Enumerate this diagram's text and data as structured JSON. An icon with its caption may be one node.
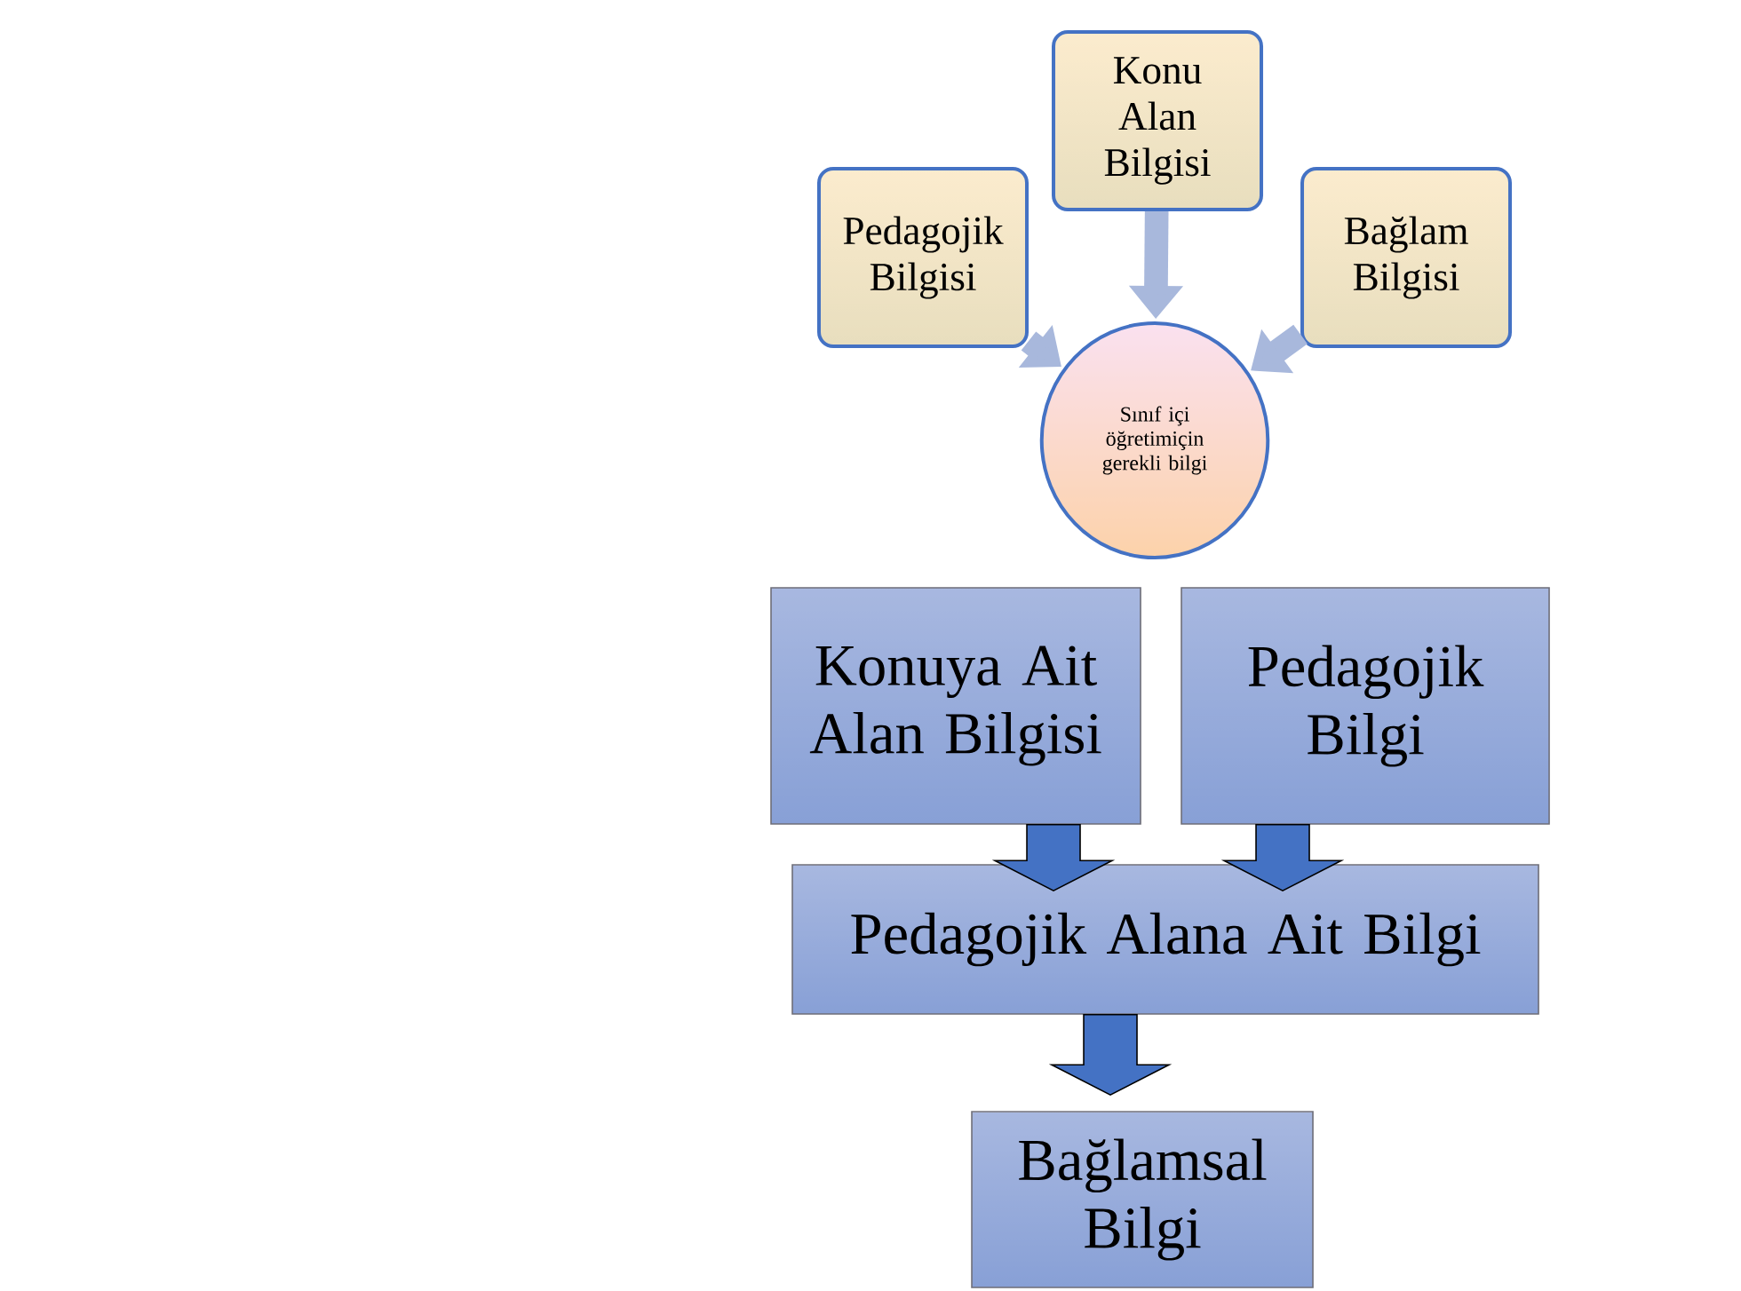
{
  "diagram": {
    "nodes": [
      {
        "text": [
          "Pedagojik Bilgisi"
        ]
      },
      {
        "text": [
          "Konu Alan Bilgisi"
        ]
      },
      {
        "text": [
          "Bağlam Bilgisi"
        ]
      },
      {
        "text": [
          "Sınıf içi öğretimiçin gerekli bilgi"
        ]
      },
      {
        "text": [
          "Konuya Ait Alan Bilgisi"
        ]
      },
      {
        "text": [
          "Pedagojik Bilgi"
        ]
      },
      {
        "text": [
          "Pedagojik Alana Ait Bilgi"
        ]
      },
      {
        "text": [
          "Bağlamsal Bilgi"
        ]
      }
    ],
    "edges": [
      {
        "from": 0,
        "to": 3,
        "arrow": "to"
      },
      {
        "from": 1,
        "to": 3,
        "arrow": "to"
      },
      {
        "from": 2,
        "to": 3,
        "arrow": "to"
      },
      {
        "from": 4,
        "to": 6,
        "arrow": "to",
        "style": "thick",
        "color": "#4472c4"
      },
      {
        "from": 5,
        "to": 6,
        "arrow": "to",
        "style": "thick",
        "color": "#4472c4"
      },
      {
        "from": 6,
        "to": 7,
        "arrow": "to",
        "style": "thick",
        "color": "#4472c4"
      }
    ]
  }
}
